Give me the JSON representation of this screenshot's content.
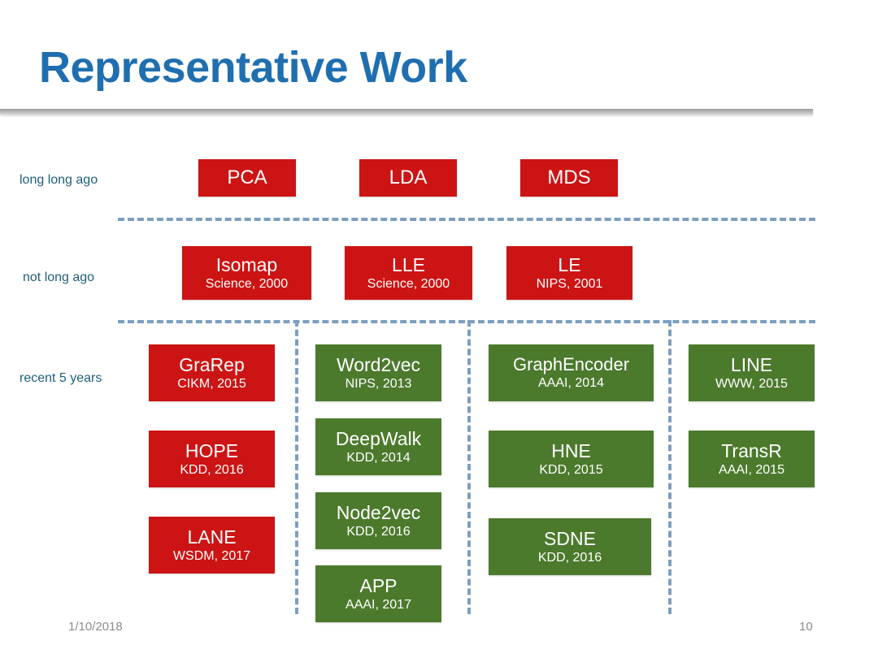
{
  "slide": {
    "title": "Representative Work",
    "title_color": "#1f6fb0",
    "footer_date": "1/10/2018",
    "page_number": "10"
  },
  "palette": {
    "red": "#cc1414",
    "green": "#4c7a2d",
    "dash": "#7c9fc0",
    "label": "#1f5f7a",
    "footer": "#8c8c8c"
  },
  "rows": [
    {
      "label": "long long ago"
    },
    {
      "label": "not long ago"
    },
    {
      "label": "recent 5 years"
    }
  ],
  "boxes": [
    {
      "name": "PCA",
      "venue": "",
      "color": "red",
      "row": 0,
      "col": 0
    },
    {
      "name": "LDA",
      "venue": "",
      "color": "red",
      "row": 0,
      "col": 1
    },
    {
      "name": "MDS",
      "venue": "",
      "color": "red",
      "row": 0,
      "col": 2
    },
    {
      "name": "Isomap",
      "venue": "Science, 2000",
      "color": "red",
      "row": 1,
      "col": 0
    },
    {
      "name": "LLE",
      "venue": "Science, 2000",
      "color": "red",
      "row": 1,
      "col": 1
    },
    {
      "name": "LE",
      "venue": "NIPS, 2001",
      "color": "red",
      "row": 1,
      "col": 2
    },
    {
      "name": "GraRep",
      "venue": "CIKM, 2015",
      "color": "red",
      "row": 2,
      "col": 0
    },
    {
      "name": "HOPE",
      "venue": "KDD, 2016",
      "color": "red",
      "row": 2,
      "col": 0
    },
    {
      "name": "LANE",
      "venue": "WSDM, 2017",
      "color": "red",
      "row": 2,
      "col": 0
    },
    {
      "name": "Word2vec",
      "venue": "NIPS, 2013",
      "color": "green",
      "row": 2,
      "col": 1
    },
    {
      "name": "DeepWalk",
      "venue": "KDD, 2014",
      "color": "green",
      "row": 2,
      "col": 1
    },
    {
      "name": "Node2vec",
      "venue": "KDD, 2016",
      "color": "green",
      "row": 2,
      "col": 1
    },
    {
      "name": "APP",
      "venue": "AAAI, 2017",
      "color": "green",
      "row": 2,
      "col": 1
    },
    {
      "name": "GraphEncoder",
      "venue": "AAAI, 2014",
      "color": "green",
      "row": 2,
      "col": 2
    },
    {
      "name": "HNE",
      "venue": "KDD, 2015",
      "color": "green",
      "row": 2,
      "col": 2
    },
    {
      "name": "SDNE",
      "venue": "KDD, 2016",
      "color": "green",
      "row": 2,
      "col": 2
    },
    {
      "name": "LINE",
      "venue": "WWW, 2015",
      "color": "green",
      "row": 2,
      "col": 3
    },
    {
      "name": "TransR",
      "venue": "AAAI, 2015",
      "color": "green",
      "row": 2,
      "col": 3
    }
  ]
}
